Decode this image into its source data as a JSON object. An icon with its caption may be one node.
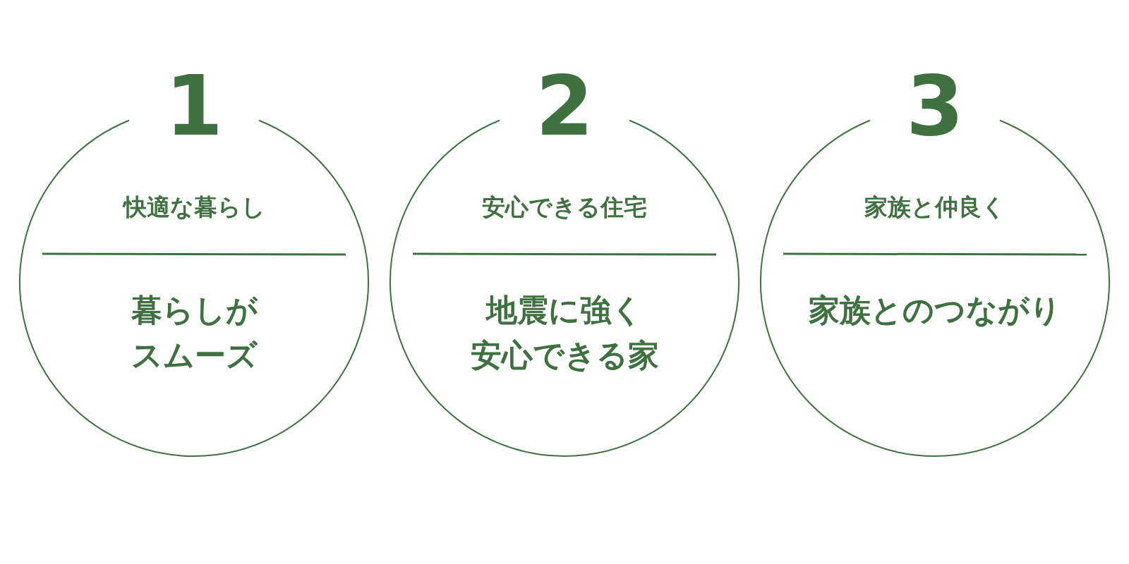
{
  "diagram": {
    "nodes": [
      {
        "text": [
          "1",
          "快適な暮らし",
          "暮らしがスムーズ"
        ]
      },
      {
        "text": [
          "2",
          "安心できる住宅",
          "地震に強く安心できる家"
        ]
      },
      {
        "text": [
          "3",
          "家族と仲良く",
          "家族とのつながり"
        ]
      }
    ],
    "edges": []
  }
}
